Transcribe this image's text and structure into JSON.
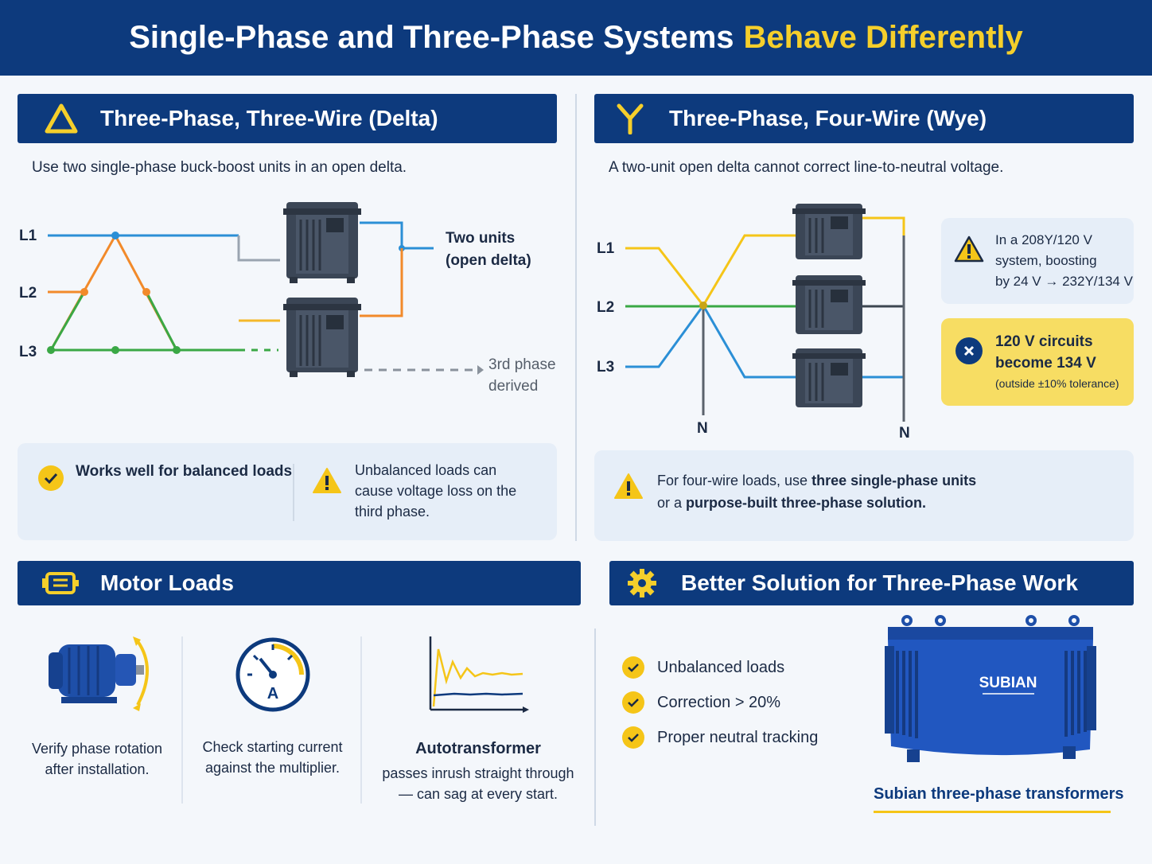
{
  "title": {
    "main": "Single-Phase and Three-Phase Systems",
    "highlight": "Behave Differently"
  },
  "delta": {
    "heading": "Three-Phase, Three-Wire (Delta)",
    "subtitle": "Use two single-phase buck-boost units in an open delta.",
    "lines": [
      "L1",
      "L2",
      "L3"
    ],
    "units_label_1": "Two units",
    "units_label_2": "(open delta)",
    "derived_1": "3rd phase",
    "derived_2": "derived",
    "good": "Works well for balanced loads",
    "warn_1": "Unbalanced loads can",
    "warn_2": "cause voltage loss on the",
    "warn_3": "third phase."
  },
  "wye": {
    "heading": "Three-Phase, Four-Wire (Wye)",
    "subtitle": "A two-unit open delta cannot correct line-to-neutral voltage.",
    "lines": [
      "L1",
      "L2",
      "L3"
    ],
    "neutral": "N",
    "info_1": "In a 208Y/120 V",
    "info_2": "system, boosting",
    "info_3": "by 24 V → 232Y/134 V",
    "bad_1": "120 V circuits",
    "bad_2": "become 134 V",
    "bad_3": "(outside ±10% tolerance)",
    "rec_1a": "For four-wire loads, use ",
    "rec_1b": "three single-phase units",
    "rec_2a": "or a ",
    "rec_2b": "purpose-built three-phase solution."
  },
  "motor": {
    "heading": "Motor Loads",
    "item1_1": "Verify phase rotation",
    "item1_2": "after installation.",
    "meter_letter": "A",
    "item2_1": "Check starting current",
    "item2_2": "against the multiplier.",
    "item3_title": "Autotransformer",
    "item3_1": "passes inrush straight through",
    "item3_2": "— can sag at every start."
  },
  "better": {
    "heading": "Better Solution for Three-Phase Work",
    "items": [
      "Unbalanced loads",
      "Correction > 20%",
      "Proper neutral tracking"
    ],
    "brand": "SUBIAN",
    "caption": "Subian three-phase transformers"
  },
  "colors": {
    "navy": "#0d3a7d",
    "yellow": "#f5cf2b",
    "blue": "#2b8fd6",
    "orange": "#f28a2a",
    "green": "#3aa845"
  }
}
